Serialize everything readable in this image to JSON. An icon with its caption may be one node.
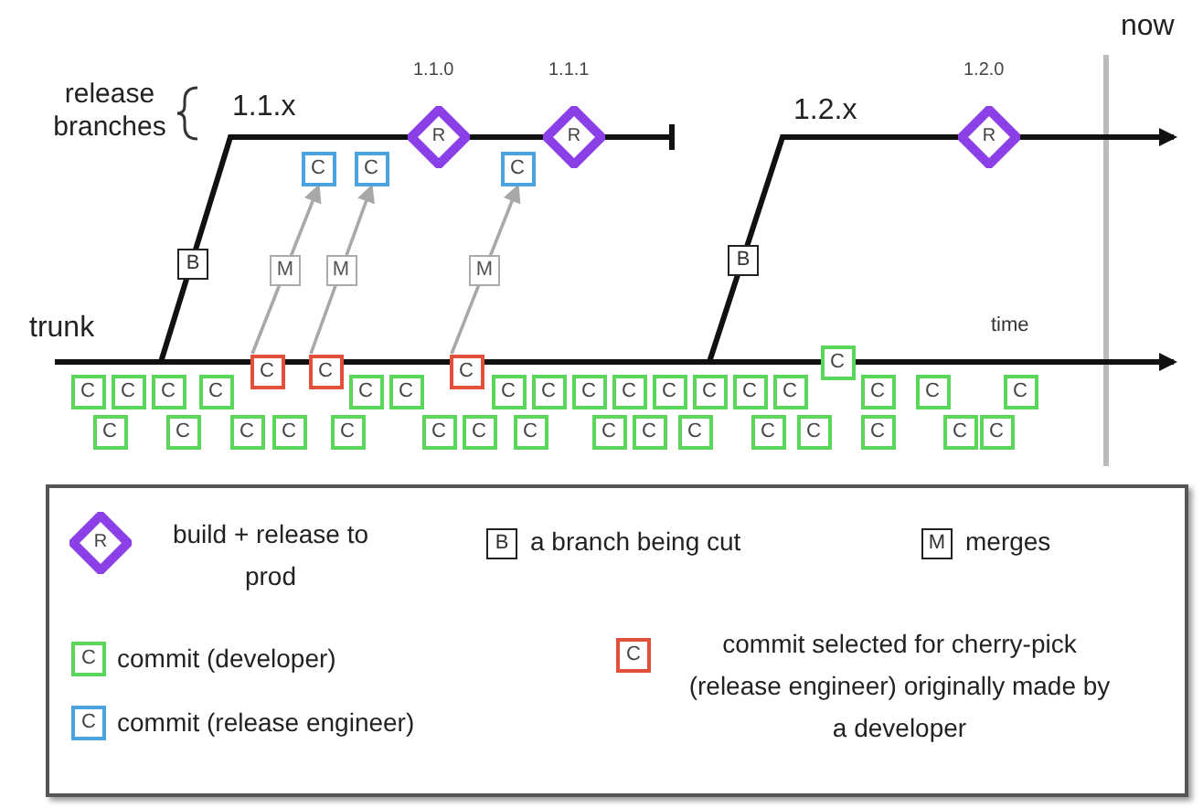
{
  "diagram": {
    "nodes": [
      {
        "text": [
          "R"
        ],
        "beside": [
          "1.1.0"
        ]
      },
      {
        "text": [
          "R"
        ],
        "beside": [
          "1.1.1"
        ]
      },
      {
        "text": [
          "R"
        ],
        "beside": [
          "1.2.0"
        ]
      },
      {
        "text": [
          "C"
        ]
      },
      {
        "text": [
          "C"
        ]
      },
      {
        "text": [
          "C"
        ]
      },
      {
        "text": [
          "C"
        ]
      },
      {
        "text": [
          "C"
        ]
      },
      {
        "text": [
          "C"
        ]
      },
      {
        "text": [
          "C"
        ]
      },
      {
        "text": [
          "C"
        ]
      },
      {
        "text": [
          "C"
        ]
      },
      {
        "text": [
          "C"
        ]
      },
      {
        "text": [
          "C"
        ]
      },
      {
        "text": [
          "C"
        ]
      },
      {
        "text": [
          "C"
        ]
      },
      {
        "text": [
          "C"
        ]
      },
      {
        "text": [
          "C"
        ]
      },
      {
        "text": [
          "C"
        ]
      },
      {
        "text": [
          "C"
        ]
      },
      {
        "text": [
          "C"
        ]
      },
      {
        "text": [
          "C"
        ]
      },
      {
        "text": [
          "C"
        ]
      },
      {
        "text": [
          "C"
        ]
      },
      {
        "text": [
          "C"
        ]
      },
      {
        "text": [
          "C"
        ]
      },
      {
        "text": [
          "C"
        ]
      },
      {
        "text": [
          "C"
        ]
      },
      {
        "text": [
          "C"
        ]
      },
      {
        "text": [
          "C"
        ]
      },
      {
        "text": [
          "C"
        ]
      },
      {
        "text": [
          "C"
        ]
      },
      {
        "text": [
          "C"
        ]
      },
      {
        "text": [
          "C"
        ]
      },
      {
        "text": [
          "C"
        ]
      },
      {
        "text": [
          "C"
        ]
      },
      {
        "text": [
          "C"
        ]
      },
      {
        "text": [
          "C"
        ]
      },
      {
        "text": [
          "C"
        ]
      },
      {
        "text": [
          "C"
        ]
      },
      {
        "text": [
          "C"
        ]
      },
      {
        "text": [
          "C"
        ]
      },
      {
        "text": [
          "C"
        ]
      }
    ],
    "edges": [
      {
        "from": 6,
        "to": 3,
        "arrow": "to",
        "label": "M"
      },
      {
        "from": 7,
        "to": 4,
        "arrow": "to",
        "label": "M"
      },
      {
        "from": 8,
        "to": 5,
        "arrow": "to",
        "label": "M"
      }
    ],
    "labels": [
      "release branches",
      "1.1.x",
      "1.2.x",
      "trunk",
      "time",
      "now",
      "B",
      "B",
      "R",
      "B",
      "M",
      "C",
      "C",
      "C"
    ],
    "legend": [
      {
        "text": "build + release to prod"
      },
      {
        "text": "a branch being cut"
      },
      {
        "text": "merges"
      },
      {
        "text": "commit (developer)"
      },
      {
        "text": "commit (release engineer)"
      },
      {
        "text": "commit selected for cherry-pick (release engineer) originally made by a developer"
      }
    ]
  }
}
